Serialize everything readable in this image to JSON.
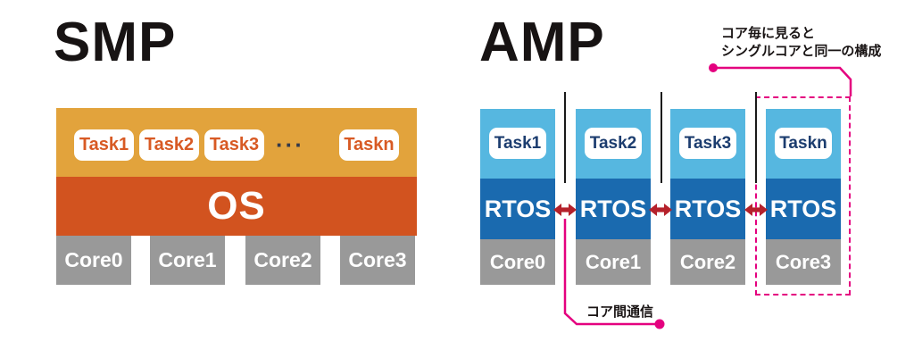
{
  "smp": {
    "title": "SMP",
    "tasks": [
      "Task1",
      "Task2",
      "Task3",
      "Taskn"
    ],
    "ellipsis": "···",
    "os_label": "OS",
    "cores": [
      "Core0",
      "Core1",
      "Core2",
      "Core3"
    ]
  },
  "amp": {
    "title": "AMP",
    "columns": [
      {
        "task": "Task1",
        "rtos": "RTOS",
        "core": "Core0"
      },
      {
        "task": "Task2",
        "rtos": "RTOS",
        "core": "Core1"
      },
      {
        "task": "Task3",
        "rtos": "RTOS",
        "core": "Core2"
      },
      {
        "task": "Taskn",
        "rtos": "RTOS",
        "core": "Core3"
      }
    ],
    "annotation_top_line1": "コア毎に見ると",
    "annotation_top_line2": "シングルコアと同一の構成",
    "annotation_bottom": "コア間通信"
  },
  "colors": {
    "smp_task_layer_bg": "#E2A33C",
    "smp_os_bg": "#D2531F",
    "core_bg": "#999999",
    "amp_task_layer_bg": "#56B7E0",
    "amp_rtos_bg": "#1A6AAF",
    "smp_task_text": "#D85A24",
    "amp_task_text": "#1C3D6F",
    "arrow_red": "#B5212B",
    "accent_pink": "#E4007F",
    "separator_black": "#1a1a1a"
  }
}
